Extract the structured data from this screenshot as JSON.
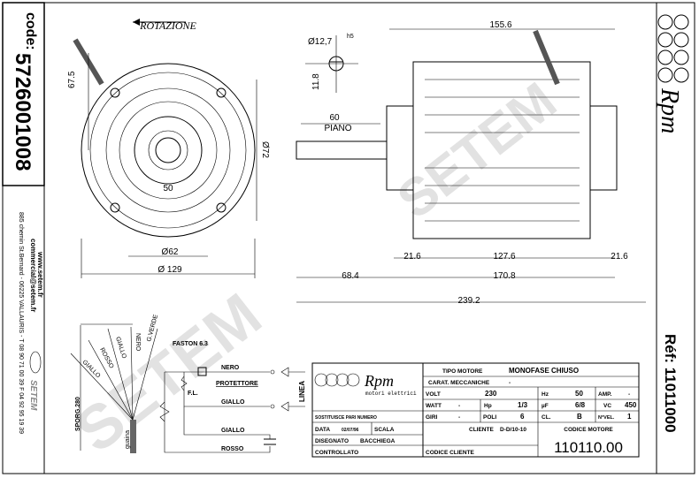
{
  "sidebar": {
    "code_label": "code:",
    "code_value": "5726001008",
    "website": "www.setem.fr",
    "email": "commercial@setem.fr",
    "address": "885 chemin St.Bernard  -  06225 VALLAURIS  -  T 08 90 71 00 39  F 04 92 95 19 39",
    "company_logo": "SETEM"
  },
  "right_strip": {
    "brand": "Rpm",
    "ref": "Réf: 11011000"
  },
  "drawing": {
    "rotation": "ROTAZIONE",
    "dims": {
      "d67_5": "67.5",
      "d72": "Ø72",
      "d50": "50",
      "d62": "Ø62",
      "d129": "Ø 129",
      "shaft": "Ø12,7",
      "h5": "h5",
      "d11_8": "11.8",
      "d60": "60",
      "piano": "PIANO",
      "d155_6": "155.6",
      "d21_6a": "21.6",
      "d127_6": "127.6",
      "d21_6b": "21.6",
      "d68_4": "68.4",
      "d170_8": "170.8",
      "d239_2": "239.2"
    },
    "watermark": "SETEM"
  },
  "wiring": {
    "sporg": "SPORG.280",
    "guaina": "guaina",
    "wires": [
      "GIALLO",
      "ROSSO",
      "GIALLO",
      "NERO",
      "G.VERDE"
    ],
    "faston": "FASTON 6.3",
    "nero": "NERO",
    "protettore": "PROTETTORE",
    "fl": "F.L.",
    "giallo1": "GIALLO",
    "giallo2": "GIALLO",
    "rosso": "ROSSO",
    "linea": "LINEA"
  },
  "title_block": {
    "brand": "Rpm",
    "brand_sub": "motori elettrici",
    "sostituisce": "SOSTITUISCE PARI NUMERO",
    "data_label": "DATA",
    "data_value": "02/07/96",
    "scala_label": "SCALA",
    "disegnato_label": "DISEGNATO",
    "disegnato_value": "BACCHIEGA",
    "controllato_label": "CONTROLLATO",
    "tipo_motore_label": "TIPO MOTORE",
    "tipo_motore_value": "MONOFASE CHIUSO",
    "carat_label": "CARAT. MECCANICHE",
    "carat_value": "-",
    "volt_label": "VOLT",
    "volt_value": "230",
    "hz_label": "Hz",
    "hz_value": "50",
    "amp_label": "AMP.",
    "amp_value": "-",
    "watt_label": "WATT",
    "watt_value": "-",
    "hp_label": "Hp",
    "hp_value": "1/3",
    "uf_label": "µF",
    "uf_value": "6/8",
    "vc_label": "VC",
    "vc_value": "450",
    "giri_label": "GIRI",
    "giri_value": "-",
    "poli_label": "POLI",
    "poli_value": "6",
    "cl_label": "CL.",
    "cl_value": "B",
    "nvel_label": "N°VEL.",
    "nvel_value": "1",
    "cliente_label": "CLIENTE",
    "cliente_value": "D-D/10-10",
    "codice_cliente_label": "CODICE CLIENTE",
    "codice_motore_label": "CODICE MOTORE",
    "codice_motore_value": "110110.00"
  }
}
